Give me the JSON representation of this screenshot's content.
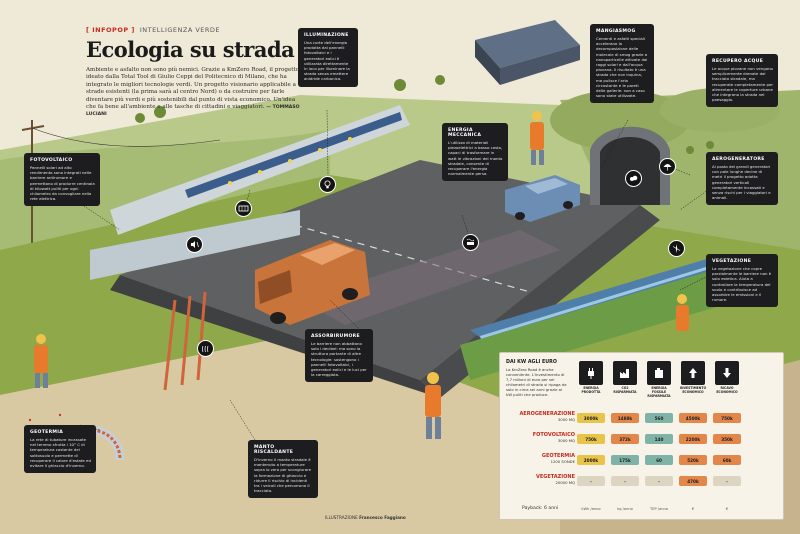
{
  "header": {
    "kicker": "[ INFOPOP ]",
    "kicker_sub": "INTELLIGENZA VERDE",
    "title": "Ecologia su strada",
    "intro": "Ambiente e asfalto non sono più nemici. Grazie a KmZero Road, il progetto ideato dalla Total Tool di Giulio Ceppi del Politecnico di Milano, che ha integrato le migliori tecnologie verdi. Un progetto visionario applicabile a strade esistenti (la prima sarà al centro Nord) o da costruire per farle diventare più verdi e più sostenibili dal punto di vista economico. Un'idea che fa bene all'ambiente e alle tasche di cittadini e viaggiatori.",
    "author": "— TOMMASO LUCIANI"
  },
  "callouts": {
    "illuminazione": {
      "title": "ILLUMINAZIONE",
      "text": "Una corte dell'energia prodotta dai pannelli fotovoltaici e i generatori eolici è utilizzata direttamente in loco per illuminare la strada senza emettere anidride carbonica."
    },
    "fotovoltaico": {
      "title": "FOTOVOLTAICO",
      "text": "Pannelli solari ad alto rendimento sono integrati nelle barriere antirumore e permettono di produrre centinaia di kilowatt puliti per ogni chilometro da convogliare nella rete elettrica."
    },
    "energia": {
      "title": "ENERGIA MECCANICA",
      "text": "L'utilizzo di materiali piezoelettrici a basso costo, capaci di trasformare in watt le vibrazioni del manto stradale, consente di recuperare l'energia normalmente persa."
    },
    "mangiasmog": {
      "title": "MANGIASMOG",
      "text": "Cementi e asfalti speciali accelerano la decomposizione delle molecole di smog grazie a nanoparticelle attivate dai raggi solari e dall'acqua piovana. Il risultato è una strada che non inquina, ma pulisce l'aria circostante e le pareti delle gallerie: non a caso sono state utilizzate."
    },
    "recupero": {
      "title": "RECUPERO ACQUE",
      "text": "Le acque piovane non vengono semplicemente drenate dal tracciato stradale, ma recuperate completamente per alimentare le coperture urbane che integrano la strada nel paesaggio."
    },
    "aerogeneratore": {
      "title": "AEROGENERATORE",
      "text": "Al posto dei grandi generatori con pale lunghe decine di metri il progetto adotta generatori verticali completamente incassati e senza rischi per i viaggiatori e animali."
    },
    "vegetazione": {
      "title": "VEGETAZIONE",
      "text": "La vegetazione che copre parzialmente le barriere non è solo estetica. Aiuta a controllare la temperatura del suolo e contribuisce ad assorbire le emissioni e il rumore."
    },
    "assorbirumore": {
      "title": "ASSORBIRUMORE",
      "text": "Le barriere non abbattono solo i decibel: ma sono la struttura portante di altre tecnologie: sostengono i pannelli fotovoltaici, i generatori eolici e le luci per la carreggiata."
    },
    "geotermia": {
      "title": "GEOTERMIA",
      "text": "La rete di tubature incassate nel terreno sfrutta i 10° C di temperatura costante del sottosuolo e permette di recuperare il calore d'estate ed evitare il ghiaccio d'inverno."
    },
    "manto": {
      "title": "MANTO RISCALDANTE",
      "text": "D'inverno il manto stradale è mantenuto a temperature sopra lo zero per scongiurare la formazione di ghiaccio e ridurre il rischio di incidenti tra i veicoli che percorrono il tracciato."
    }
  },
  "table": {
    "title": "DAI KW AGLI EURO",
    "intro": "La KmZero Road è anche conveniente. L'investimento di 7,7 milioni di euro per sei chilometri di strada si ripaga da solo in circa sei anni grazie ai kW puliti che produce.",
    "columns": [
      "ENERGIA PRODOTTA",
      "CO2 RISPARMIATA",
      "ENERGIA FOSSILE RISPARMIATA",
      "INVESTIMENTO ECONOMICO",
      "RICAVO ECONOMICO"
    ],
    "rows": [
      {
        "name": "AEROGENERAZIONE",
        "unit": "3000 MQ",
        "values": [
          "3000k",
          "1488k",
          "560",
          "4500k",
          "750k"
        ]
      },
      {
        "name": "FOTOVOLTAICO",
        "unit": "3000 MQ",
        "values": [
          "750k",
          "372k",
          "140",
          "2200k",
          "350k"
        ]
      },
      {
        "name": "GEOTERMIA",
        "unit": "1200 SONDE",
        "values": [
          "2000k",
          "175k",
          "60",
          "520k",
          "60k"
        ]
      },
      {
        "name": "VEGETAZIONE",
        "unit": "20000 MQ",
        "values": [
          "-",
          "-",
          "-",
          "470k",
          "-"
        ]
      }
    ],
    "payback": "Payback: 6 anni",
    "units": [
      "kWh /anno",
      "kg /anno",
      "TEP /anno",
      "€",
      "€"
    ],
    "colors": {
      "yellow": "#e9c44a",
      "orange": "#e2864a",
      "teal": "#7fb3a7",
      "neutral": "#dcd5c2"
    }
  },
  "credit": {
    "label": "ILLUSTRAZIONE",
    "name": "Francesco Faggiano"
  },
  "colors": {
    "box": "#1d1d1f",
    "accent": "#c62a1c",
    "grass": "#8ea84a",
    "asphalt": "#5f6062"
  }
}
